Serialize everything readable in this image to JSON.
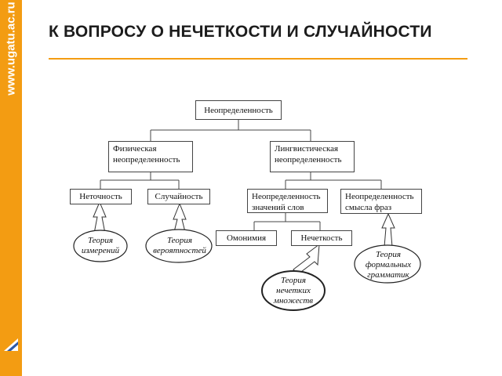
{
  "sidebar": {
    "site": "www.ugatu.ac.ru",
    "brand_color": "#f39c12"
  },
  "slide": {
    "title": "К ВОПРОСУ О НЕЧЕТКОСТИ И СЛУЧАЙНОСТИ"
  },
  "diagram": {
    "root": "Неопределенность",
    "physical": "Физическая неопределенность",
    "linguistic": "Лингвистическая неопределенность",
    "inaccuracy": "Неточность",
    "randomness": "Случайность",
    "word_values": "Неопределенность значений слов",
    "phrase_meaning": "Неопределенность смысла фраз",
    "homonymy": "Омонимия",
    "fuzziness": "Нечеткость",
    "theory_measurement": "Теория измерений",
    "theory_probability": "Теория вероятностей",
    "theory_fuzzy_sets": "Теория нечетких множеств",
    "theory_formal_grammars": "Теория формальных грамматик"
  }
}
